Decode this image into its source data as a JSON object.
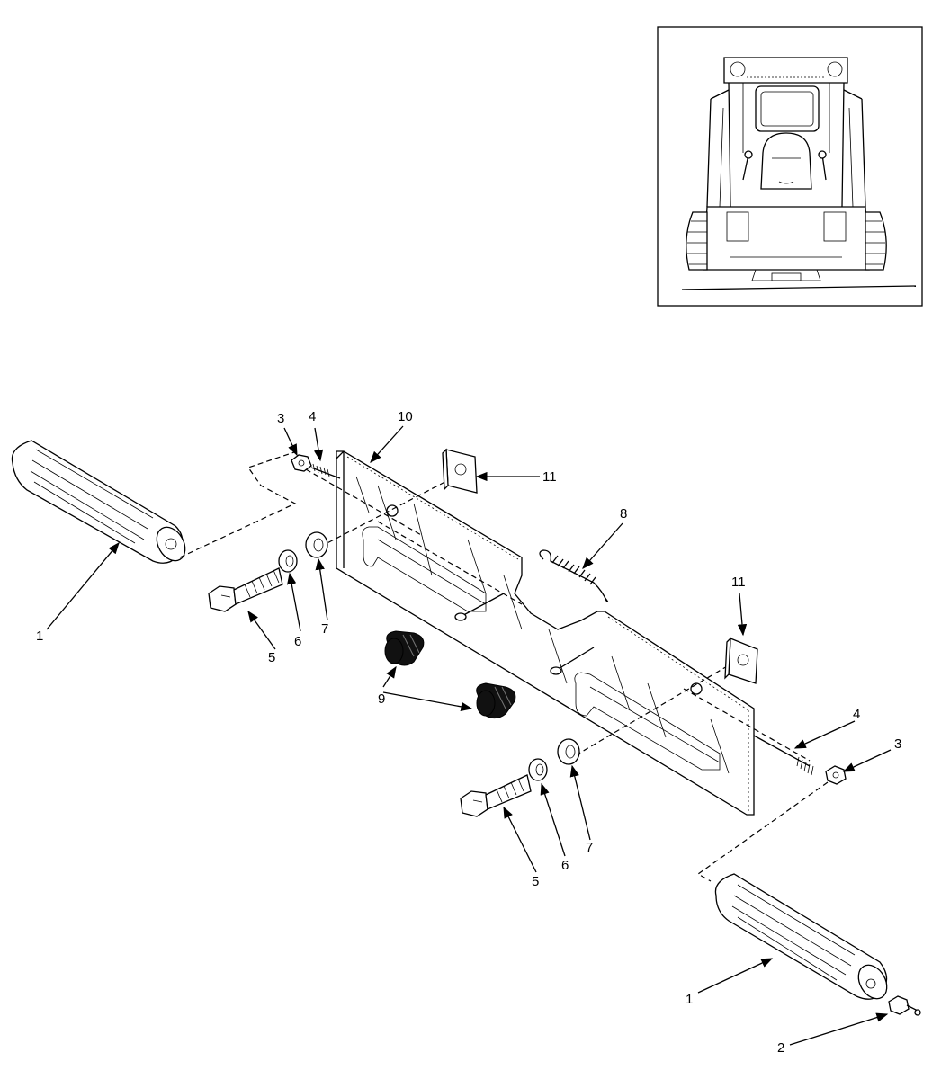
{
  "callouts": [
    {
      "id": "c1a",
      "text": "1"
    },
    {
      "id": "c1b",
      "text": "1"
    },
    {
      "id": "c2",
      "text": "2"
    },
    {
      "id": "c3a",
      "text": "3"
    },
    {
      "id": "c3b",
      "text": "3"
    },
    {
      "id": "c4a",
      "text": "4"
    },
    {
      "id": "c4b",
      "text": "4"
    },
    {
      "id": "c5a",
      "text": "5"
    },
    {
      "id": "c5b",
      "text": "5"
    },
    {
      "id": "c6a",
      "text": "6"
    },
    {
      "id": "c6b",
      "text": "6"
    },
    {
      "id": "c7a",
      "text": "7"
    },
    {
      "id": "c7b",
      "text": "7"
    },
    {
      "id": "c8",
      "text": "8"
    },
    {
      "id": "c9",
      "text": "9"
    },
    {
      "id": "c10",
      "text": "10"
    },
    {
      "id": "c11a",
      "text": "11"
    },
    {
      "id": "c11b",
      "text": "11"
    }
  ]
}
